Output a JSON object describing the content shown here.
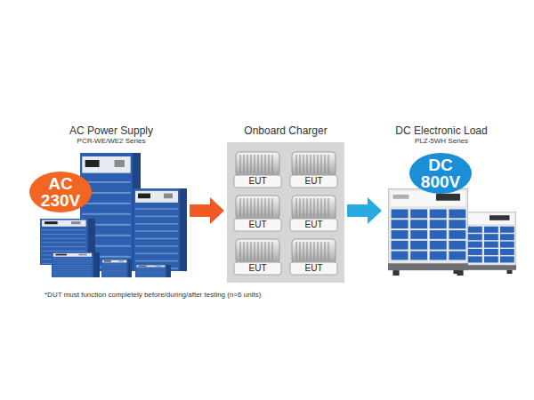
{
  "diagram": {
    "nodes": [
      {
        "text": [
          "AC Power Supply",
          "PCR-WE/WE2 Series"
        ]
      },
      {
        "text": [
          "AC 230V"
        ],
        "in": 0
      },
      {
        "text": [
          "Onboard Charger"
        ]
      },
      {
        "text": [
          "EUT"
        ],
        "in": 2
      },
      {
        "text": [
          "EUT"
        ],
        "in": 2
      },
      {
        "text": [
          "EUT"
        ],
        "in": 2
      },
      {
        "text": [
          "EUT"
        ],
        "in": 2
      },
      {
        "text": [
          "EUT"
        ],
        "in": 2
      },
      {
        "text": [
          "EUT"
        ],
        "in": 2
      },
      {
        "text": [
          "DC Electronic Load",
          "PLZ-5WH Series"
        ]
      },
      {
        "text": [
          "DC 800V"
        ],
        "in": 9
      }
    ],
    "edges": [
      {
        "from": 0,
        "to": 2,
        "arrow": "to"
      },
      {
        "from": 2,
        "to": 9,
        "arrow": "to"
      }
    ],
    "labels": [
      "*DUT must function completely before/during/after testing (n=6 units)"
    ]
  }
}
